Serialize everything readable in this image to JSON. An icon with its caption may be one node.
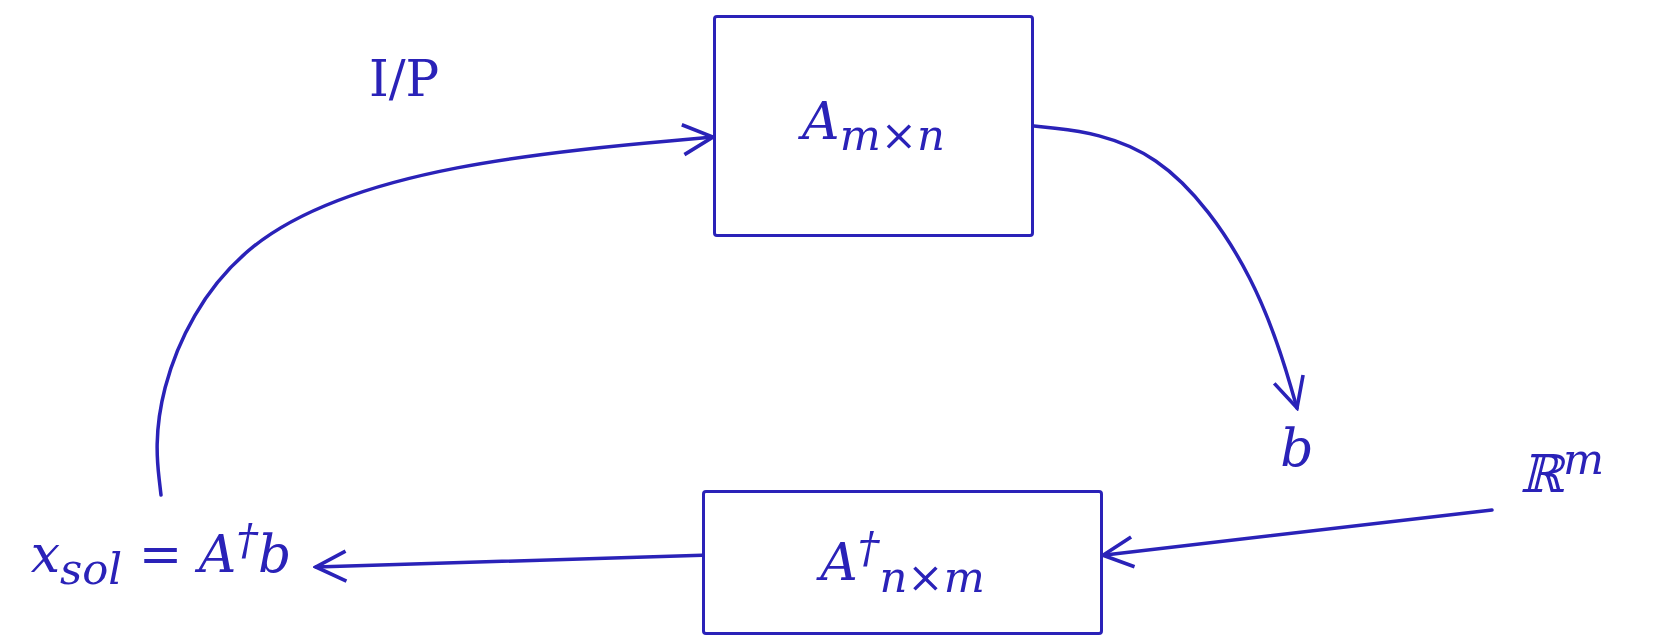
{
  "diagram": {
    "nodes": [
      {
        "text": [
          "A$_{m×n}$"
        ]
      },
      {
        "text": [
          "A$^{†}$$_{n×m}$"
        ]
      },
      {
        "text": [
          "x$_{sol}$ = A$^{†}$b"
        ]
      },
      {
        "text": [
          "b"
        ]
      },
      {
        "text": [
          "ℝ$^{m}$"
        ]
      }
    ],
    "edges": [
      {
        "from": 2,
        "to": 0,
        "arrow": "to",
        "label": "I/P"
      },
      {
        "from": 0,
        "to": 3,
        "arrow": "to"
      },
      {
        "from": 4,
        "to": 1,
        "arrow": "to"
      },
      {
        "from": 1,
        "to": 2,
        "arrow": "to"
      }
    ]
  }
}
